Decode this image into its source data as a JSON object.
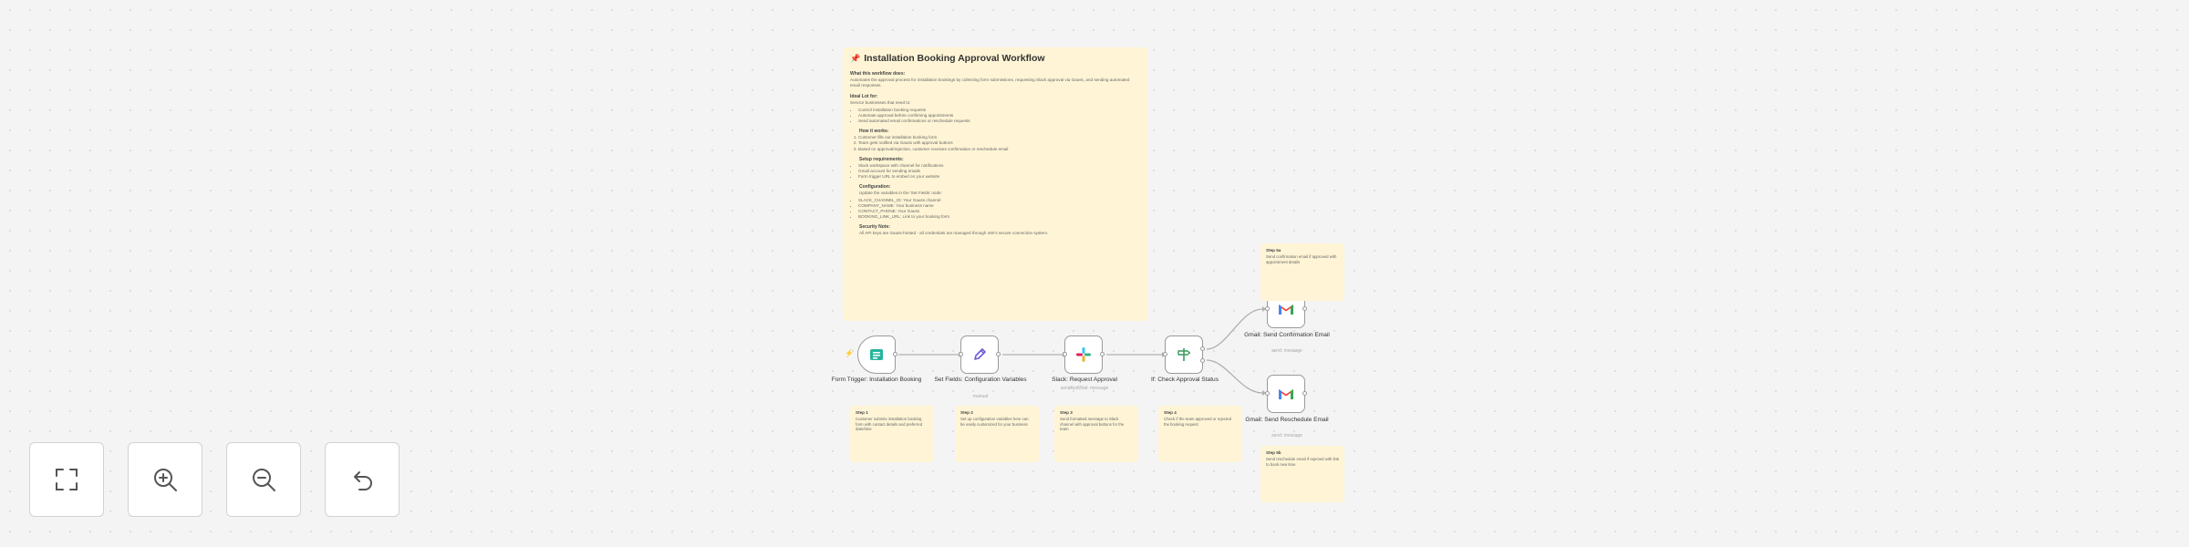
{
  "main_note": {
    "title": "Installation Booking Approval Workflow",
    "what_heading": "What this workflow does:",
    "what_text": "Automates the approval process for installation bookings by collecting form submissions, requesting Slack approval via Gauss, and sending automated email responses.",
    "ideal_heading": "Ideal Lot for:",
    "ideal_intro": "Service businesses that need to:",
    "ideal_items": [
      "Control installation booking requests",
      "Automate approval before confirming appointments",
      "Send automated email confirmations or reschedule requests"
    ],
    "how_heading": "How it works:",
    "how_items": [
      "Customer fills out installation booking form",
      "Team gets notified via Gauss with approval buttons",
      "Based on approval/rejection, customer receives confirmation or reschedule email"
    ],
    "setup_heading": "Setup requirements:",
    "setup_items": [
      "Slack workspace with channel for notifications",
      "Gmail account for sending emails",
      "Form trigger URL to embed on your website"
    ],
    "config_heading": "Configuration:",
    "config_intro": "Update the variables in the 'Set Fields' node:",
    "config_items": [
      "SLACK_CHANNEL_ID: Your Gauss channel",
      "COMPANY_NAME: Your business name",
      "CONTACT_PHONE: Your Gauss",
      "BOOKING_LINK_URL: Link to your booking form"
    ],
    "security_heading": "Security Note:",
    "security_text": "All API keys are Gauss-hosted - all credentials are managed through n8n's secure connection system."
  },
  "nodes": {
    "form_trigger": {
      "label": "Form Trigger: Installation Booking"
    },
    "set_fields": {
      "label": "Set Fields: Configuration Variables",
      "sub": "manual"
    },
    "slack": {
      "label": "Slack: Request Approval",
      "sub": "sendAndWait: message"
    },
    "check": {
      "label": "If: Check Approval Status"
    },
    "gmail_confirm": {
      "label": "Gmail: Send Confirmation Email",
      "sub": "send: message"
    },
    "gmail_resched": {
      "label": "Gmail: Send Reschedule Email",
      "sub": "send: message"
    }
  },
  "step_notes": {
    "step1": {
      "heading": "Step 1",
      "text": "Customer submits installation booking form with contact details and preferred date/time"
    },
    "step2": {
      "heading": "Step 2",
      "text": "Set up configuration variables here can be easily customized for your business"
    },
    "step3": {
      "heading": "Step 3",
      "text": "Send formatted message to Slack channel with approval buttons for the team"
    },
    "step4": {
      "heading": "Step 4",
      "text": "Check if the team approved or rejected the booking request"
    },
    "step5a": {
      "heading": "Step 5a",
      "text": "Send confirmation email if approved with appointment details"
    },
    "step5b": {
      "heading": "Step 5b",
      "text": "Send reschedule email if rejected with link to book new time"
    }
  },
  "controls": {
    "fit_view": "fit-view-icon",
    "zoom_in": "zoom-in-icon",
    "zoom_out": "zoom-out-icon",
    "reset": "reset-icon"
  },
  "colors": {
    "sticky": "#fff5d6",
    "canvas": "#f4f4f4",
    "trigger_accent": "#ff6b5a",
    "gmail_red": "#ea4335"
  }
}
